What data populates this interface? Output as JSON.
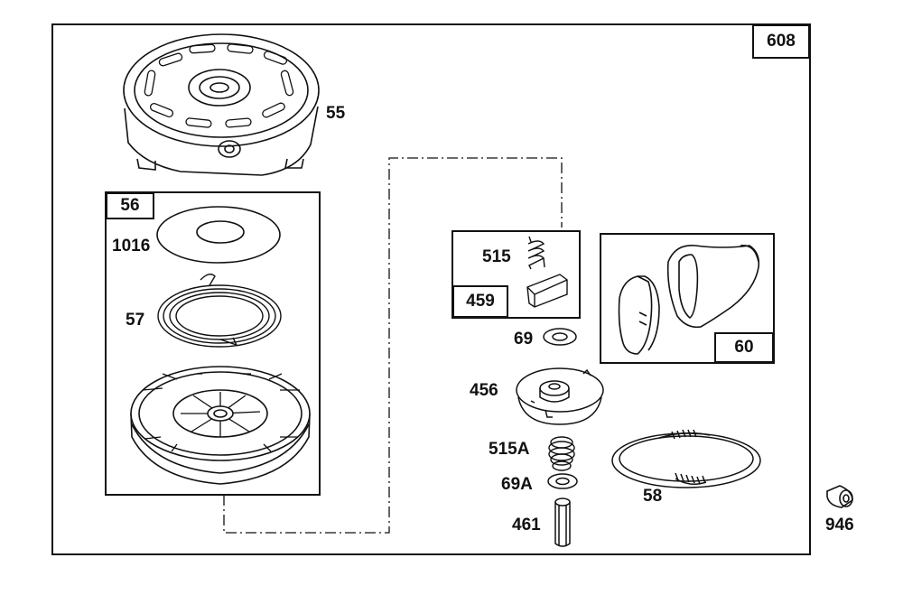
{
  "diagram": {
    "assembly_number": "608",
    "kit_56": "56",
    "kit_459": "459",
    "kit_60": "60",
    "parts": {
      "p55": "55",
      "p1016": "1016",
      "p57": "57",
      "p515": "515",
      "p69": "69",
      "p456": "456",
      "p515A": "515A",
      "p69A": "69A",
      "p461": "461",
      "p58": "58",
      "p946": "946"
    }
  }
}
